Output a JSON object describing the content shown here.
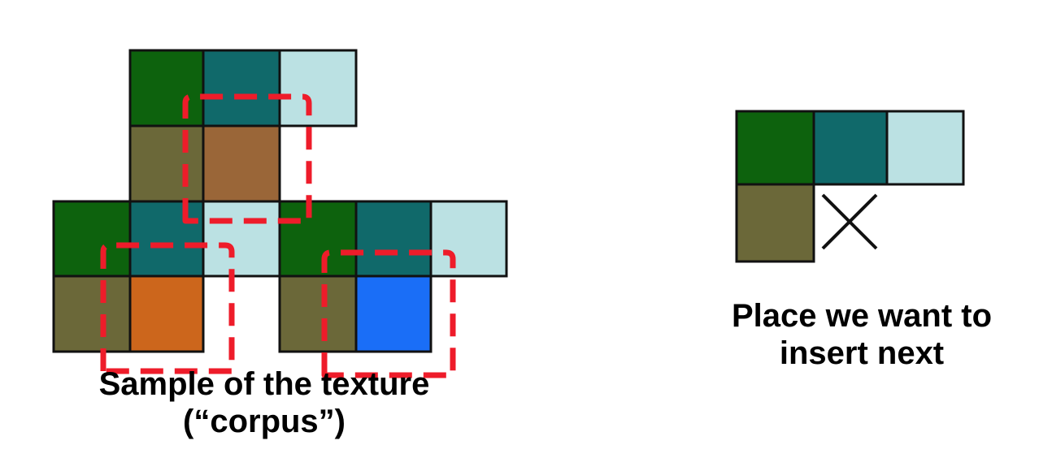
{
  "colors": {
    "dark_green": "#0d620d",
    "teal": "#10696a",
    "light_blue": "#bbe1e3",
    "olive": "#6b6839",
    "brown": "#9a6638",
    "orange": "#cc661c",
    "blue": "#1a6ef7",
    "dashed_outline": "#ee1c2a",
    "grid_line": "#111111"
  },
  "corpus": {
    "caption_line1": "Sample of the texture",
    "caption_line2": "(“corpus”)"
  },
  "target": {
    "caption_line1": "Place we want to",
    "caption_line2": "insert next",
    "missing_cell_icon": "cross-icon"
  }
}
